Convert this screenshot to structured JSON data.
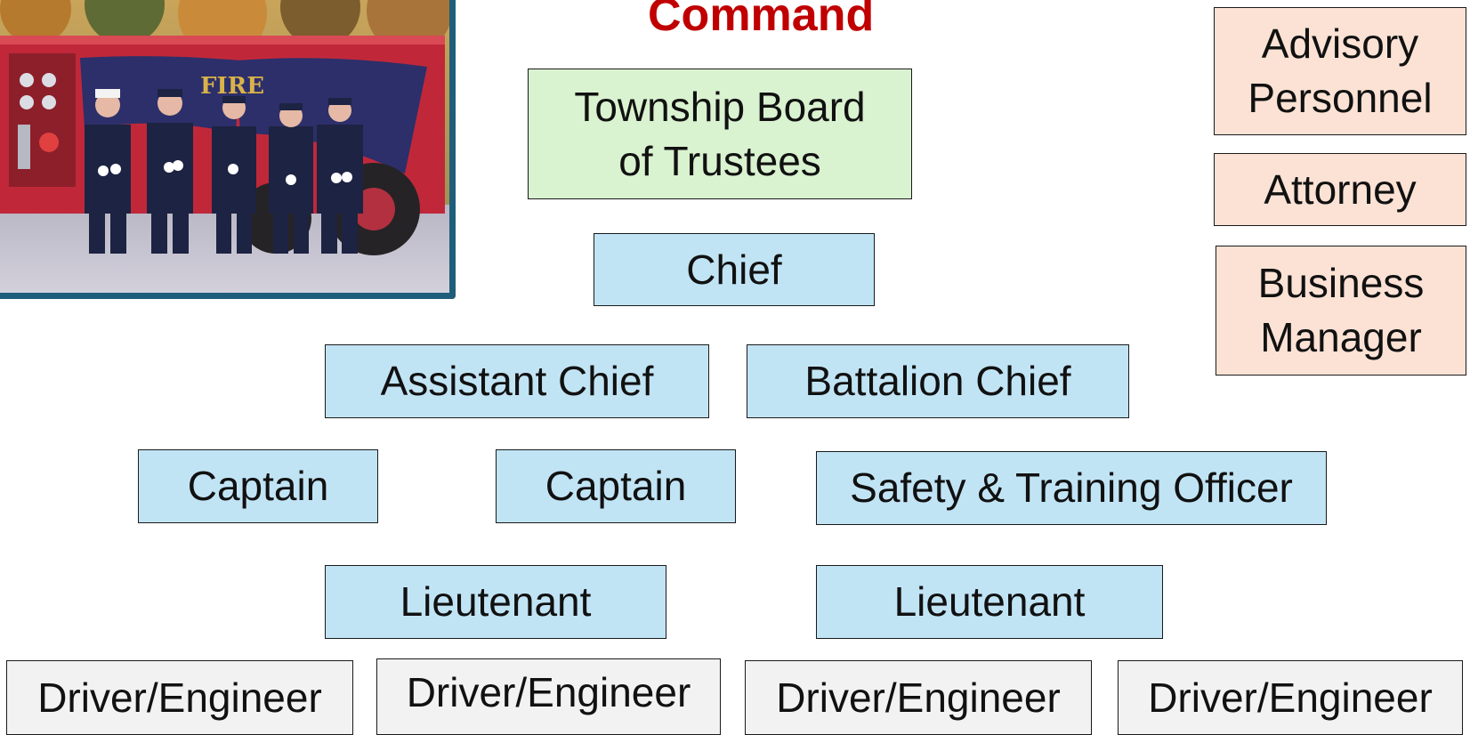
{
  "title": "Command",
  "photo": {
    "alt": "Five firefighters in dress uniforms standing in front of a red fire engine",
    "truck_lettering": "FIRE"
  },
  "colors": {
    "title": "#c00000",
    "board": "#d9f2d0",
    "officer": "#c1e4f5",
    "advisor": "#fbe2d5",
    "crew": "#f2f2f2",
    "photo_border": "#1e5e7a"
  },
  "board": {
    "line1": "Township Board",
    "line2": "of Trustees"
  },
  "chief": "Chief",
  "assistant_chief": "Assistant Chief",
  "battalion_chief": "Battalion Chief",
  "captain_1": "Captain",
  "captain_2": "Captain",
  "safety_officer": "Safety & Training Officer",
  "lieutenant_1": "Lieutenant",
  "lieutenant_2": "Lieutenant",
  "drivers": [
    "Driver/Engineer",
    "Driver/Engineer",
    "Driver/Engineer",
    "Driver/Engineer"
  ],
  "advisory": {
    "line1": "Advisory",
    "line2": "Personnel"
  },
  "attorney": "Attorney",
  "business_manager": {
    "line1": "Business",
    "line2": "Manager"
  }
}
